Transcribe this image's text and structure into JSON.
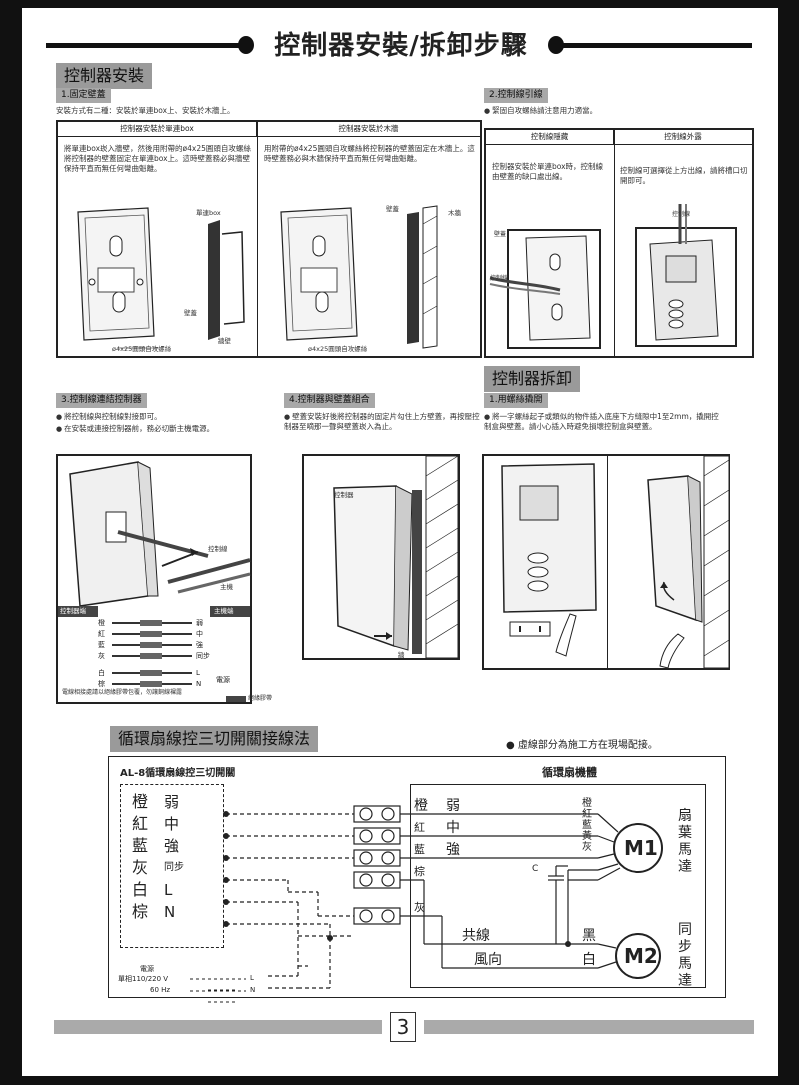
{
  "header": {
    "title": "控制器安裝/拆卸步驟"
  },
  "install": {
    "heading": "控制器安裝",
    "step1": {
      "label": "1.固定壁蓋",
      "intro": "安裝方式有二種：安裝於單連box上、安裝於木牆上。",
      "col1_head": "控制器安裝於單連box",
      "col2_head": "控制器安裝於木牆",
      "col1_text": "將單連box崁入牆壁，然後用附帶的ø4x25圓頭自攻螺絲將控制器的壁蓋固定在單連box上。這時壁蓋務必與牆壁保持平直而無任何彎曲魁離。",
      "col2_text": "用附帶的ø4x25圓頭自攻螺絲將控制器的壁蓋固定在木牆上。這時壁蓋務必與木牆保持平直而無任何彎曲魁離。",
      "lbl_box": "單連box",
      "lbl_cover": "壁蓋",
      "lbl_wall": "牆壁",
      "lbl_screw1": "ø4x25圓頭自攻螺絲",
      "lbl_screw2": "ø4x25圓頭自攻螺絲",
      "lbl_cover2": "壁蓋",
      "lbl_wood": "木牆"
    },
    "step2": {
      "label": "2.控制線引線",
      "intro": "緊固自攻螺絲請注意用力適當。",
      "col1_head": "控制線隱藏",
      "col2_head": "控制線外露",
      "col1_text": "控制器安裝於單連box時，控制線由壁蓋的缺口處出線。",
      "col2_text": "控制線可選擇從上方出線，請將槽口切開即可。",
      "lbl_cover": "壁蓋",
      "lbl_wire": "控制線",
      "lbl_wire2": "控制線"
    },
    "step3": {
      "label": "3.控制線連結控制器",
      "b1": "將控制線與控制線對接即可。",
      "b2": "在安裝或連接控制器前，務必切斷主機電源。",
      "lbl_wire": "控制線",
      "lbl_host": "主機",
      "lbl_ctrl_end": "控制器端",
      "lbl_host_end": "主機端",
      "left_wires": [
        "橙",
        "紅",
        "藍",
        "灰",
        "白",
        "棕"
      ],
      "right_wires": [
        "弱",
        "中",
        "強",
        "同步",
        "L",
        "N"
      ],
      "power": "電源",
      "note": "電線相接處請以絕緣膠帶包覆，勿讓銅線裸露",
      "tape": "絕緣膠帶"
    },
    "step4": {
      "label": "4.控制器與壁蓋組合",
      "text": "壁蓋安裝好後將控制器的固定片勾住上方壁蓋，再按壓控制器至嘀那一聲與壁蓋崁入為止。",
      "lbl_ctrl": "控制器",
      "lbl_wall": "牆"
    }
  },
  "remove": {
    "heading": "控制器拆卸",
    "step1": {
      "label": "1.用螺絲撬開",
      "text": "將一字螺絲起子或類似的物件插入底座下方縫隙中1至2mm，撬開控制盒與壁蓋。請小心插入時避免損壞控制盒與壁蓋。"
    }
  },
  "wiring": {
    "heading": "循環扇線控三切開關接線法",
    "note": "虛線部分為施工方在現場配接。",
    "switch_title": "AL-8循環扇線控三切開關",
    "fan_title": "循環扇機體",
    "switch_rows": [
      {
        "color": "橙",
        "func": "弱"
      },
      {
        "color": "紅",
        "func": "中"
      },
      {
        "color": "藍",
        "func": "強"
      },
      {
        "color": "灰",
        "func": "同步"
      },
      {
        "color": "白",
        "func": "L"
      },
      {
        "color": "棕",
        "func": "N"
      }
    ],
    "terminal_labels": [
      "橙",
      "紅",
      "藍",
      "棕",
      "灰"
    ],
    "func_labels": [
      "弱",
      "中",
      "強"
    ],
    "common": "共線",
    "direction": "風向",
    "m1_wires": [
      "橙",
      "紅",
      "藍",
      "黃",
      "灰"
    ],
    "m2_wires": [
      "黑",
      "白"
    ],
    "cap": "C",
    "m1": "M1",
    "m2": "M2",
    "m1_name": "扇葉馬達",
    "m2_name": "同步馬達",
    "power_label": "電源",
    "power_spec1": "單相110/220 V",
    "power_spec2": "60 Hz",
    "power_l": "L",
    "power_n": "N"
  },
  "footer": {
    "page": "3"
  }
}
